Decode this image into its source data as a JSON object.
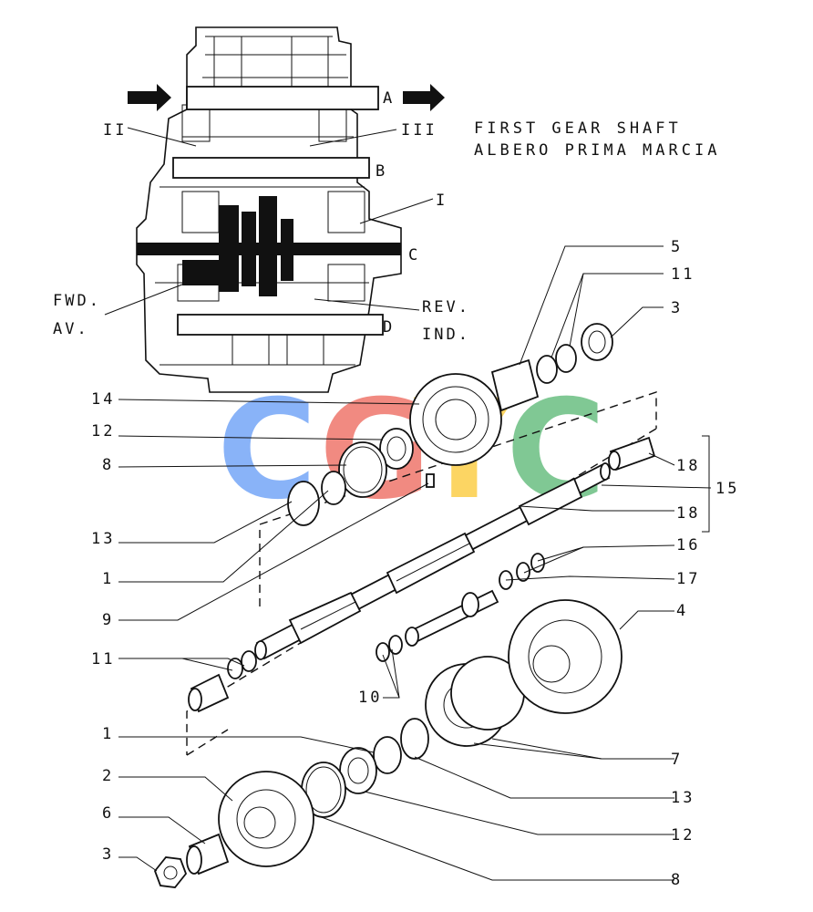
{
  "title": {
    "line1": "FIRST GEAR SHAFT",
    "line2": "ALBERO PRIMA MARCIA"
  },
  "inset_labels": {
    "roman_ii": "II",
    "roman_iii": "III",
    "roman_i": "I",
    "shaft_a": "A",
    "shaft_b": "B",
    "shaft_c": "C",
    "shaft_d": "D",
    "fwd": "FWD.",
    "av": "AV.",
    "rev": "REV.",
    "ind": "IND."
  },
  "callouts": {
    "c5": "5",
    "c11_top": "11",
    "c3_top": "3",
    "c14": "14",
    "c12_top": "12",
    "c8_top": "8",
    "c18_top": "18",
    "c15": "15",
    "c18_mid": "18",
    "c13_top": "13",
    "c16": "16",
    "c1_top": "1",
    "c17": "17",
    "c9": "9",
    "c4": "4",
    "c11_left": "11",
    "c10": "10",
    "c1_bottom": "1",
    "c7": "7",
    "c2": "2",
    "c13_bottom": "13",
    "c6": "6",
    "c12_bottom": "12",
    "c3_bottom": "3",
    "c8_bottom": "8"
  },
  "watermark": {
    "letters": [
      "C",
      "G",
      "Y",
      "C"
    ],
    "colors": [
      "#4285f4",
      "#ea4335",
      "#fbbc05",
      "#34a853"
    ]
  }
}
